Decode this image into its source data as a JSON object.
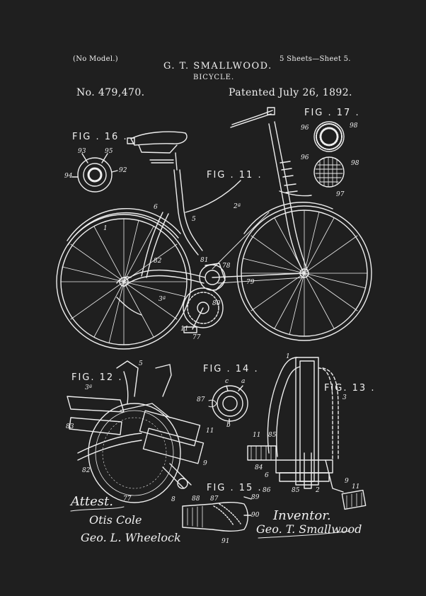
{
  "header": {
    "no_model": "(No Model.)",
    "inventor_name": "G. T. SMALLWOOD.",
    "sheets": "5 Sheets—Sheet 5.",
    "title": "BICYCLE.",
    "patent_number": "No. 479,470.",
    "patent_date": "Patented July 26, 1892."
  },
  "figures": {
    "fig11": "FIG . 11 .",
    "fig12": "FIG. 12 .",
    "fig13": "FIG. 13 .",
    "fig14": "FIG . 14 .",
    "fig15": "FIG . 15 .",
    "fig16": "FIG . 16 .",
    "fig17": "FIG . 17 ."
  },
  "references": {
    "r93": "93",
    "r95": "95",
    "r94": "94",
    "r92": "92",
    "r96a": "96",
    "r98a": "98",
    "r96b": "96",
    "r98b": "98",
    "r97": "97",
    "r6": "6",
    "r5": "5",
    "r2a": "2ª",
    "r1": "1",
    "r82": "82",
    "r81": "81",
    "r78": "78",
    "r79": "79",
    "r3a": "3ª",
    "r80": "80",
    "r11": "11",
    "r77": "77",
    "f12_5": "5",
    "f12_3a": "3ª",
    "f12_83": "83",
    "f12_82": "82",
    "f12_11": "11",
    "f12_9": "9",
    "f12_77": "77",
    "f12_8": "8",
    "f14_c": "c",
    "f14_a": "a",
    "f14_87": "87",
    "f14_b": "b",
    "f13_1": "1",
    "f13_3": "3",
    "f13_11": "11",
    "f13_85": "85",
    "f13_84": "84",
    "f13_6": "6",
    "f13_86": "86",
    "f13_85b": "85",
    "f13_2": "2",
    "f13_9": "9",
    "f13_11b": "11",
    "f15_88": "88",
    "f15_87": "87",
    "f15_89": "89",
    "f15_90": "90",
    "f15_91": "91"
  },
  "signatures": {
    "attest": "Attest.",
    "witness1": "Otis Cole",
    "witness2": "Geo. L. Wheelock",
    "inventor_label": "Inventor.",
    "inventor_sig": "Geo. T. Smallwood"
  },
  "colors": {
    "background": "#1f1f1f",
    "ink": "#f0f0f0"
  }
}
